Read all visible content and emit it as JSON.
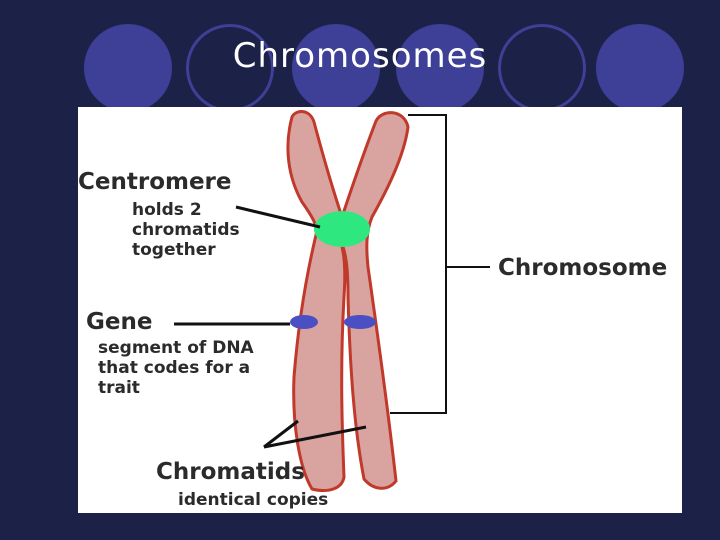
{
  "slide": {
    "title": "Chromosomes"
  },
  "diagram": {
    "centromere": {
      "title": "Centromere",
      "desc": [
        "holds 2",
        "chromatids",
        "together"
      ]
    },
    "gene": {
      "title": "Gene",
      "desc": [
        "segment of DNA",
        "that codes for a",
        "trait"
      ]
    },
    "chromosome_label": "Chromosome",
    "chromatids": {
      "title": "Chromatids",
      "desc": "identical copies"
    }
  },
  "colors": {
    "background": "#1c2147",
    "circles": "#3e3f96",
    "chromosome_fill": "#d9a3a0",
    "chromosome_outline": "#c0392b",
    "centromere": "#2ee87f",
    "gene_band": "#4a4fc4"
  }
}
